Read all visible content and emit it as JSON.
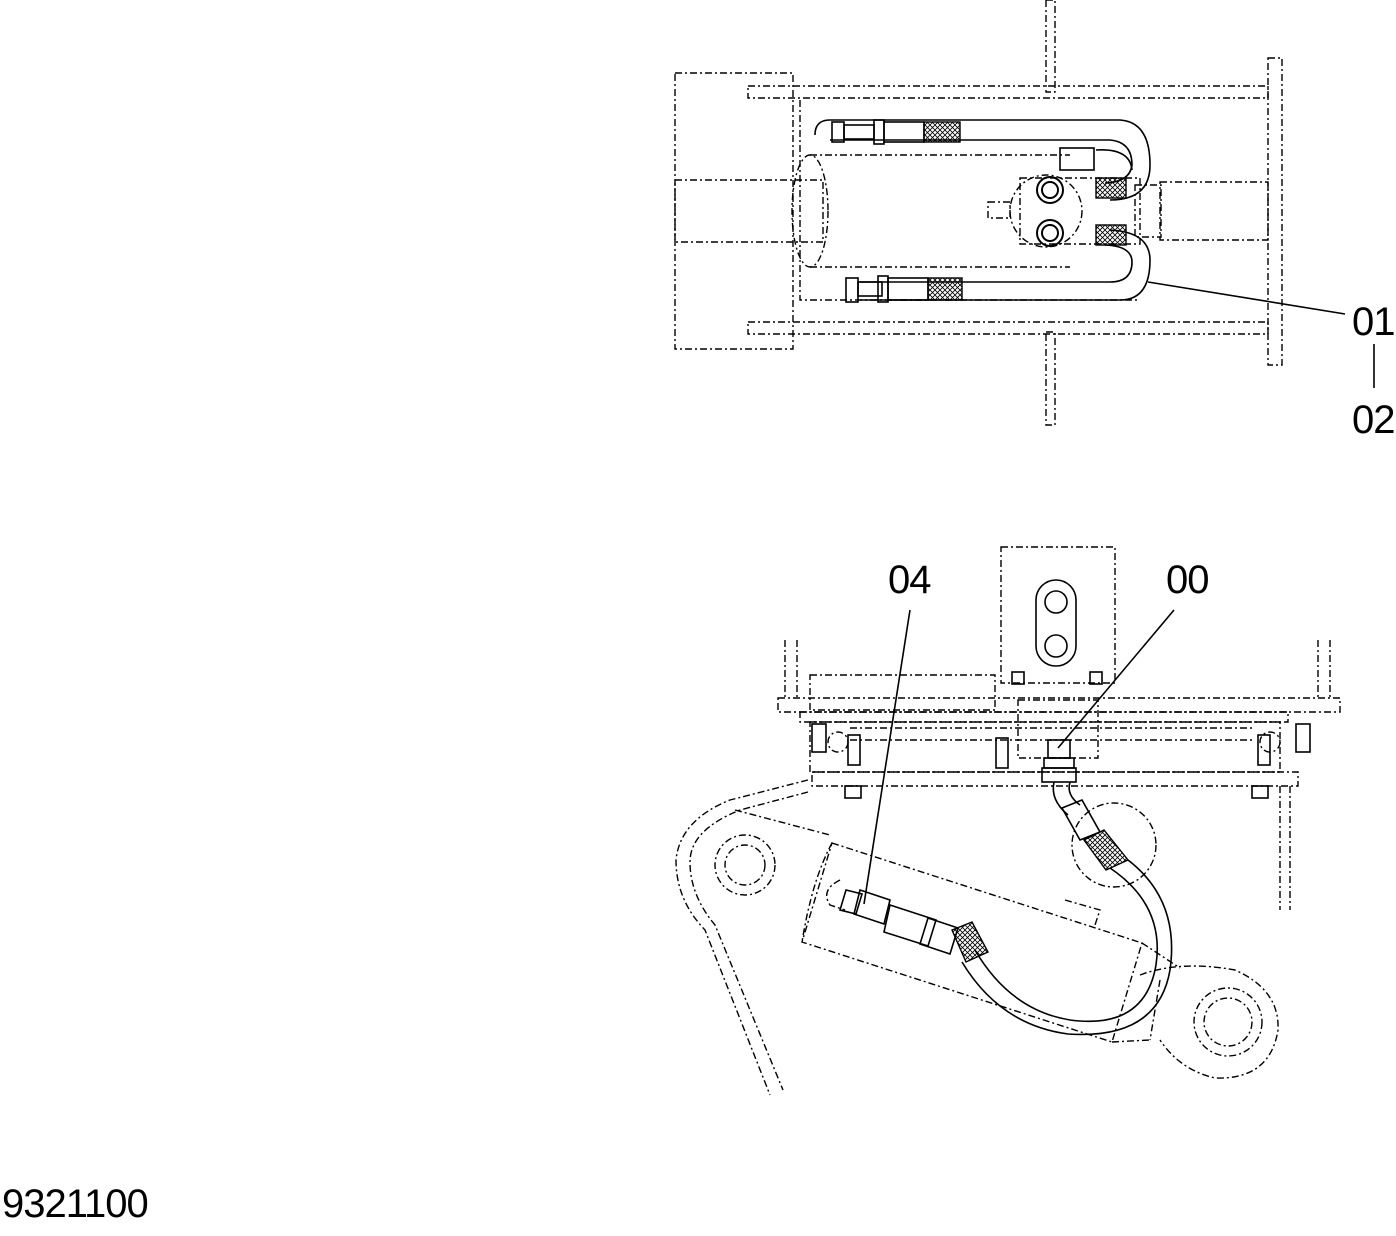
{
  "callouts": {
    "part_01": "01",
    "part_02": "02",
    "part_04": "04",
    "part_00": "00"
  },
  "drawing_number": "9321100"
}
